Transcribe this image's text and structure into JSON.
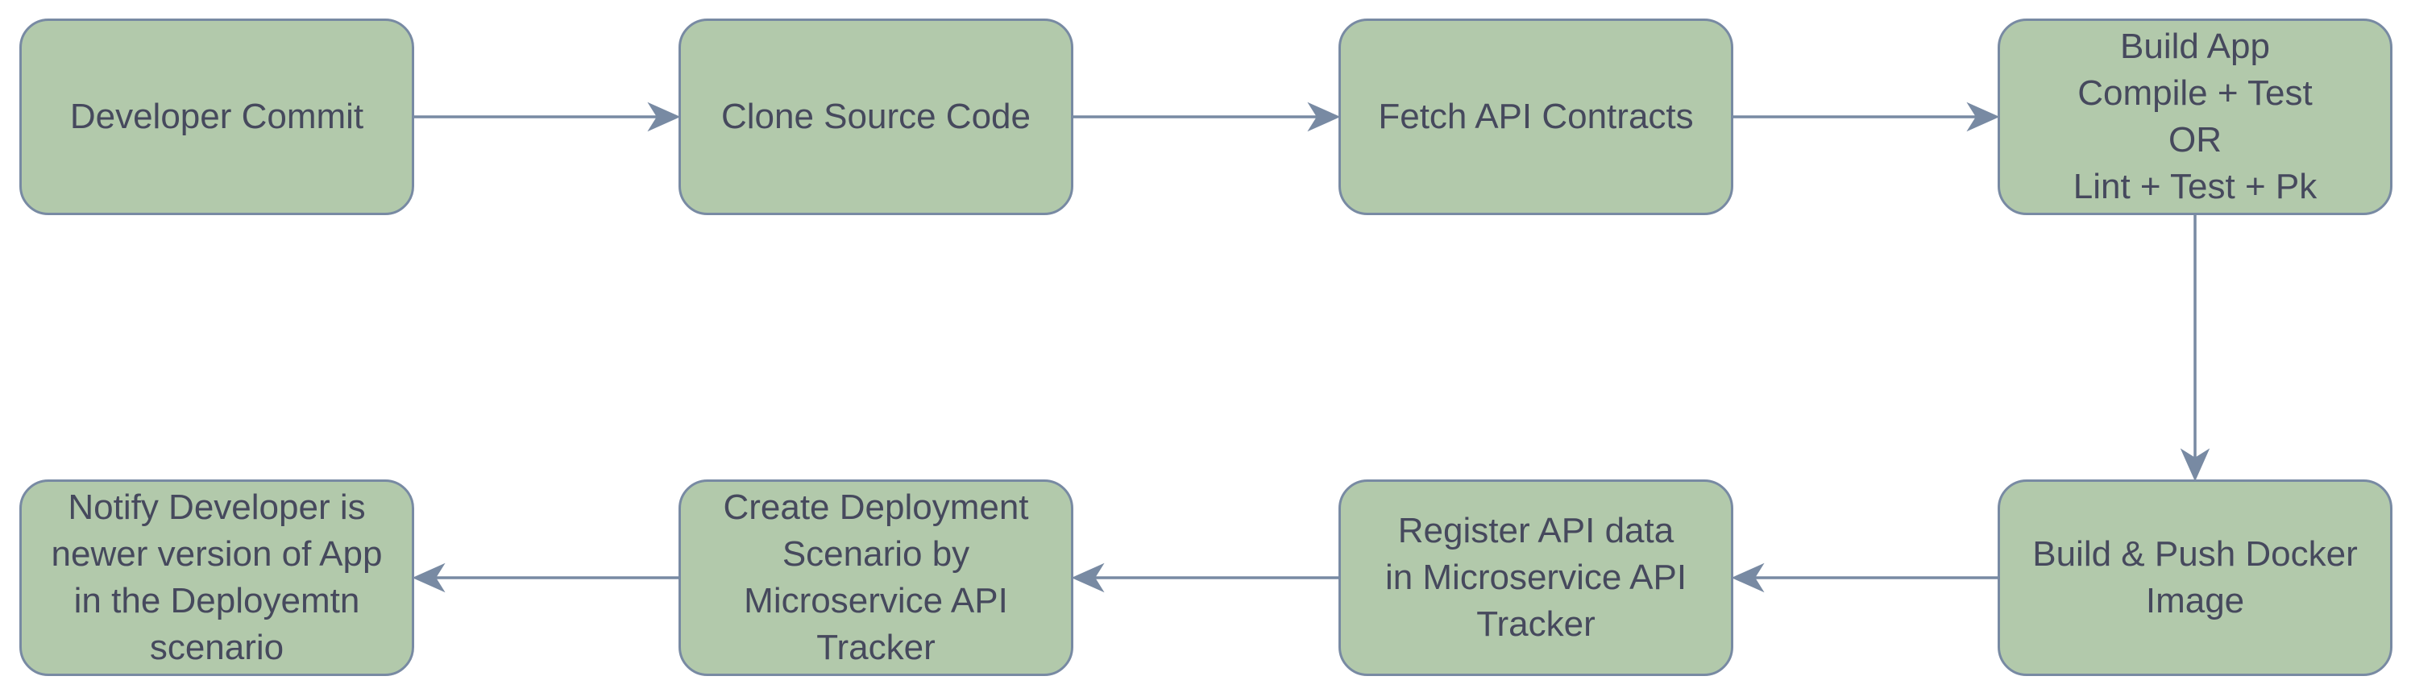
{
  "colors": {
    "node_fill": "#b2c9ab",
    "node_stroke": "#788aa3",
    "text": "#46495d",
    "arrow": "#788aa3"
  },
  "nodes": [
    {
      "id": "n1",
      "label": "Developer Commit"
    },
    {
      "id": "n2",
      "label": "Clone Source Code"
    },
    {
      "id": "n3",
      "label": "Fetch API Contracts"
    },
    {
      "id": "n4",
      "label": "Build App\nCompile + Test\nOR\nLint + Test + Pk"
    },
    {
      "id": "n5",
      "label": "Build & Push Docker\nImage"
    },
    {
      "id": "n6",
      "label": "Register API data\nin Microservice API\nTracker"
    },
    {
      "id": "n7",
      "label": "Create Deployment\nScenario by\nMicroservice API\nTracker"
    },
    {
      "id": "n8",
      "label": "Notify Developer is\nnewer version of App\nin the Deployemtn\nscenario"
    }
  ],
  "edges": [
    {
      "from": "n1",
      "to": "n2"
    },
    {
      "from": "n2",
      "to": "n3"
    },
    {
      "from": "n3",
      "to": "n4"
    },
    {
      "from": "n4",
      "to": "n5"
    },
    {
      "from": "n5",
      "to": "n6"
    },
    {
      "from": "n6",
      "to": "n7"
    },
    {
      "from": "n7",
      "to": "n8"
    }
  ]
}
